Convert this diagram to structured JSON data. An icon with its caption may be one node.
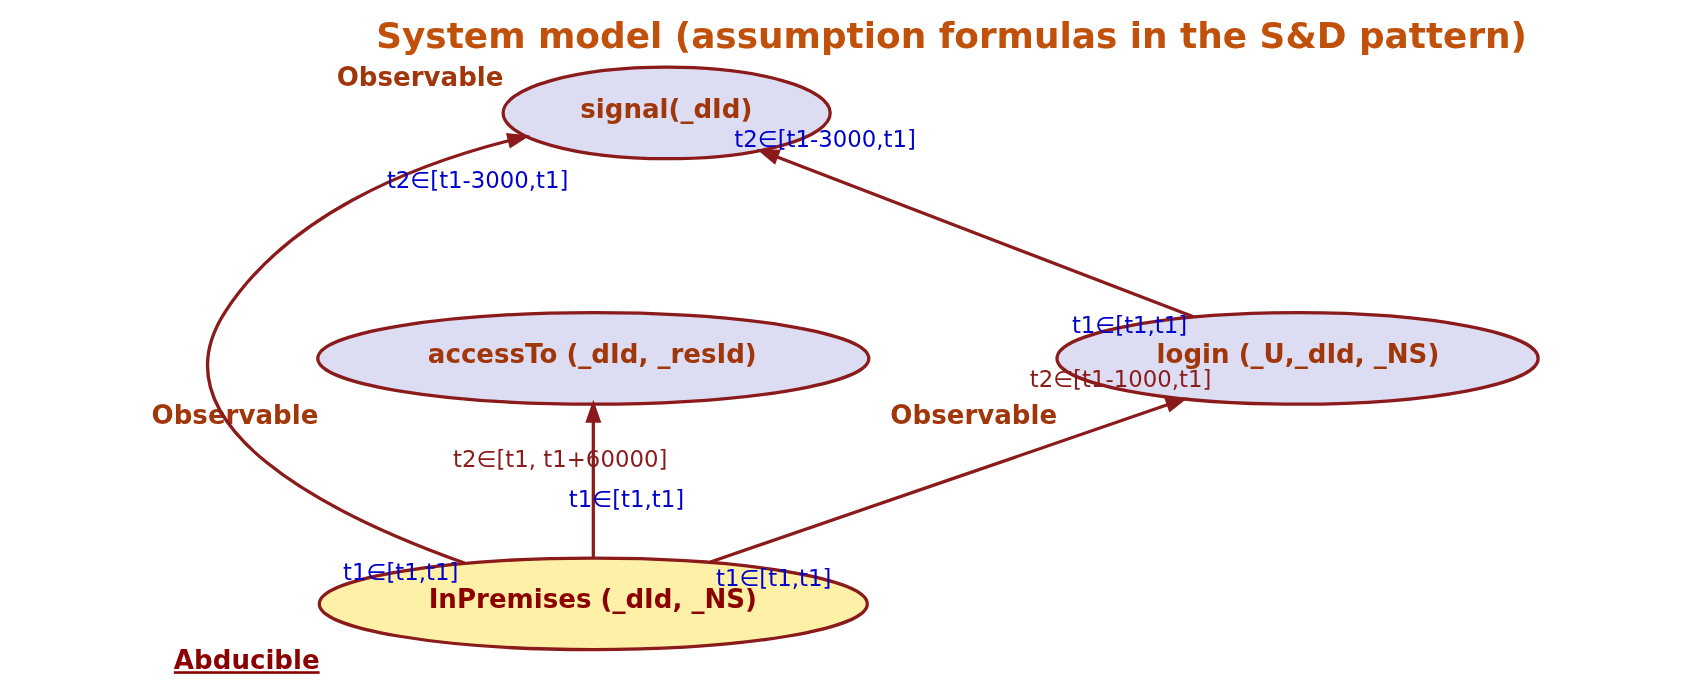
{
  "diagram": {
    "title": "System model (assumption formulas in the S&D pattern)",
    "nodes": [
      {
        "text": [
          "signal(_dId)"
        ],
        "beside": [
          "Observable"
        ]
      },
      {
        "text": [
          "accessTo (_dId, _resId)"
        ],
        "beside": [
          "Observable"
        ]
      },
      {
        "text": [
          "login (_U,_dId, _NS)"
        ],
        "beside": [
          "Observable"
        ]
      },
      {
        "text": [
          "InPremises (_dId, _NS)"
        ],
        "beside": [
          "Abducible"
        ]
      }
    ],
    "edges": [
      {
        "from": 3,
        "to": 1,
        "arrow": "to",
        "label": "t2∈[t1, t1+60000]"
      },
      {
        "from": 3,
        "to": 0,
        "arrow": "to",
        "label": "t2∈[t1-3000,t1]"
      },
      {
        "from": 3,
        "to": 2,
        "arrow": "to",
        "label": "t2∈[t1-1000,t1]"
      },
      {
        "from": 2,
        "to": 0,
        "arrow": "to",
        "label": "t2∈[t1-3000,t1]"
      }
    ],
    "labels": [
      "t1∈[t1,t1]",
      "t1∈[t1,t1]",
      "t1∈[t1,t1]",
      "t1∈[t1,t1]"
    ]
  }
}
